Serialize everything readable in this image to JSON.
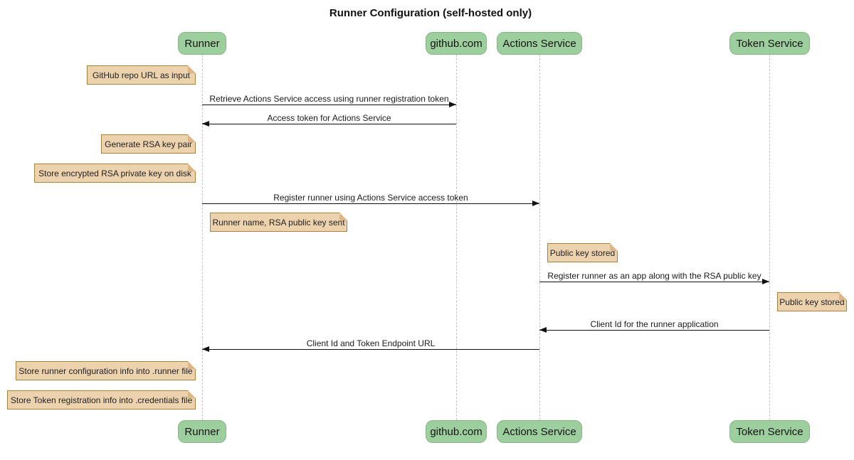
{
  "title": "Runner Configuration (self-hosted only)",
  "diagram_type": "sequence-diagram",
  "colors": {
    "background": "#ffffff",
    "actor_fill": "#9dce9d",
    "actor_border": "#88b588",
    "note_fill": "#edd2ae",
    "note_border": "#a8823c",
    "lifeline": "#c3c3c3",
    "arrow": "#111111",
    "text": "#1a1a1a"
  },
  "actors": [
    {
      "name": "Runner"
    },
    {
      "name": "github.com"
    },
    {
      "name": "Actions Service"
    },
    {
      "name": "Token Service"
    }
  ],
  "messages": [
    {
      "from": "Runner",
      "to": "github.com",
      "text": "Retrieve Actions Service access using runner registration token"
    },
    {
      "from": "github.com",
      "to": "Runner",
      "text": "Access token for Actions Service"
    },
    {
      "from": "Runner",
      "to": "Actions Service",
      "text": "Register runner using Actions Service access token"
    },
    {
      "from": "Actions Service",
      "to": "Token Service",
      "text": "Register runner as an app along with the RSA public key"
    },
    {
      "from": "Token Service",
      "to": "Actions Service",
      "text": "Client Id for the runner application"
    },
    {
      "from": "Actions Service",
      "to": "Runner",
      "text": "Client Id and Token Endpoint URL"
    }
  ],
  "notes": [
    {
      "anchor": "Runner",
      "side": "left",
      "text": "GitHub repo URL as input"
    },
    {
      "anchor": "Runner",
      "side": "left",
      "text": "Generate RSA key pair"
    },
    {
      "anchor": "Runner",
      "side": "left",
      "text": "Store encrypted RSA private key on disk"
    },
    {
      "anchor": "Runner",
      "side": "right",
      "text": "Runner name, RSA public key sent"
    },
    {
      "anchor": "Actions Service",
      "side": "right",
      "text": "Public key stored"
    },
    {
      "anchor": "Token Service",
      "side": "right",
      "text": "Public key stored"
    },
    {
      "anchor": "Runner",
      "side": "left",
      "text": "Store runner configuration info into .runner file"
    },
    {
      "anchor": "Runner",
      "side": "left",
      "text": "Store Token registration info into .credentials file"
    }
  ]
}
